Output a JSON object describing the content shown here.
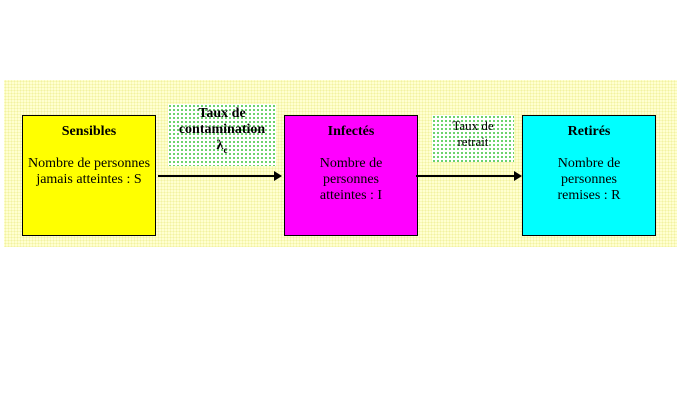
{
  "compartments": [
    {
      "title": "Sensibles",
      "desc": "Nombre de personnes jamais atteintes : S",
      "color": "#ffff00"
    },
    {
      "title": "Infectés",
      "desc": "Nombre de personnes atteintes : I",
      "color": "#ff00ff"
    },
    {
      "title": "Retirés",
      "desc": "Nombre de personnes remises : R",
      "color": "#00ffff"
    }
  ],
  "rates": {
    "contamination": {
      "label": "Taux de contamination",
      "symbol": "λ",
      "subscript": "c"
    },
    "retrait": {
      "label": "Taux de retrait"
    }
  }
}
